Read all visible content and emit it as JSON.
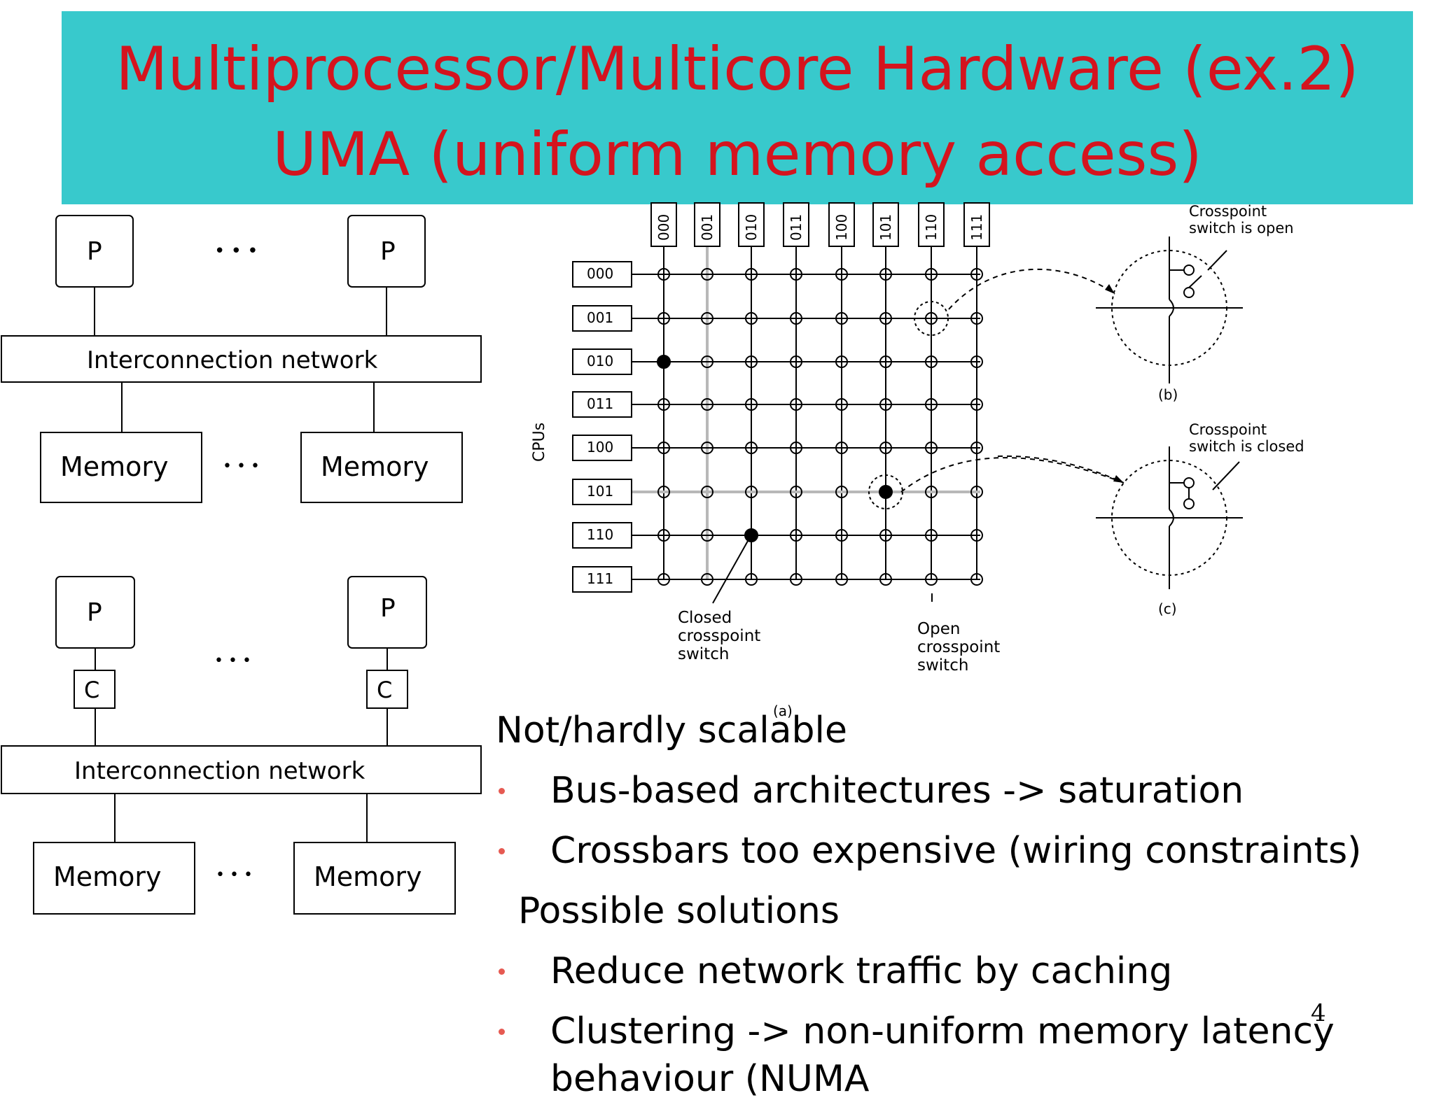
{
  "slide": {
    "title_line1": "Multiprocessor/Multicore  Hardware (ex.2)",
    "title_line2": "UMA (uniform memory access)",
    "page_number": "4",
    "colors": {
      "title_bg": "#38c9cc",
      "title_text": "#d4141e",
      "bullet": "#e65a52"
    }
  },
  "diagram_top": {
    "processor_label": "P",
    "ellipsis": "• • •",
    "network_label": "Interconnection network",
    "memory_label": "Memory"
  },
  "diagram_bottom": {
    "processor_label": "P",
    "cache_label": "C",
    "ellipsis": "• • •",
    "network_label": "Interconnection network",
    "memory_label": "Memory"
  },
  "crossbar": {
    "columns": [
      "000",
      "001",
      "010",
      "011",
      "100",
      "101",
      "110",
      "111"
    ],
    "rows": [
      "000",
      "001",
      "010",
      "011",
      "100",
      "101",
      "110",
      "111"
    ],
    "axis_label": "CPUs",
    "closed_label": [
      "Closed",
      "crosspoint",
      "switch"
    ],
    "open_label": [
      "Open",
      "crosspoint",
      "switch"
    ],
    "sub_a": "(a)",
    "sub_b": "(b)",
    "sub_c": "(c)",
    "open_switch_caption": [
      "Crosspoint",
      "switch is open"
    ],
    "closed_switch_caption": [
      "Crosspoint",
      "switch is closed"
    ]
  },
  "bullets": {
    "heading1": "Not/hardly scalable",
    "item1": "Bus-based architectures -> saturation",
    "item2": "Crossbars too expensive (wiring constraints)",
    "heading2": "Possible solutions",
    "item3": "Reduce network traffic by caching",
    "item4": "Clustering -> non-uniform memory latency",
    "item5_partial": "behaviour (NUMA"
  }
}
